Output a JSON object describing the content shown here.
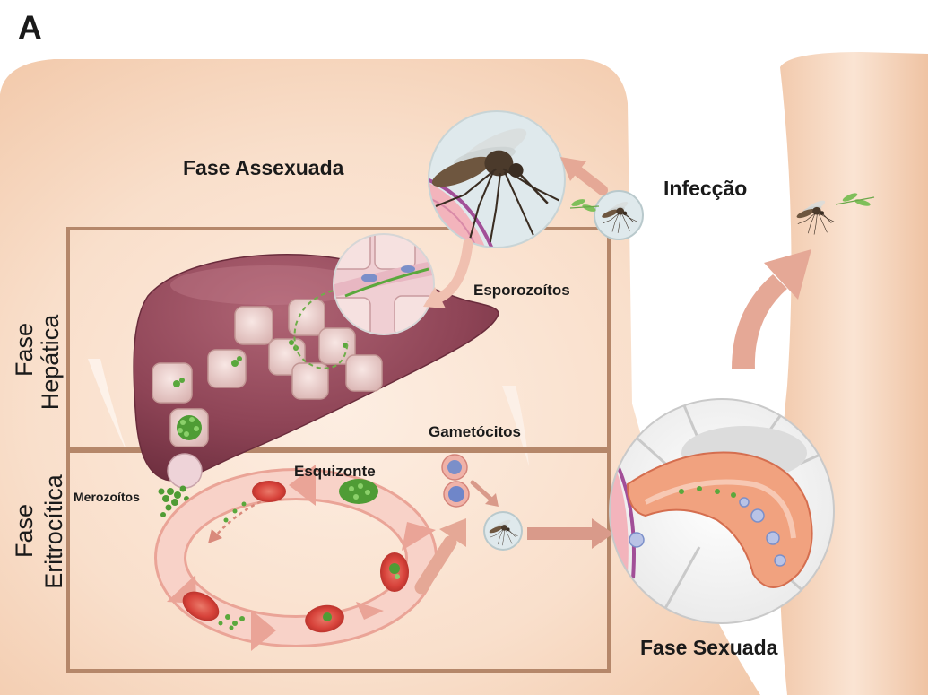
{
  "panel_label": "A",
  "labels": {
    "asexual_phase": "Fase Assexuada",
    "infection": "Infecção",
    "sporozoites": "Esporozoítos",
    "hepatic_phase_line1": "Fase",
    "hepatic_phase_line2": "Hepática",
    "gametocytes": "Gametócitos",
    "schizont": "Esquizonte",
    "merozoites": "Merozoítos",
    "erythrocytic_phase_line1": "Fase",
    "erythrocytic_phase_line2": "Eritrocítica",
    "sexual_phase": "Fase Sexuada"
  },
  "colors": {
    "skin": "#f6d6bf",
    "phase_box": "#b5876a",
    "liver": "#8c4254",
    "arrow": "#e5a896",
    "parasite": "#5aa83c",
    "red_blood_cell": "#d7423a"
  }
}
